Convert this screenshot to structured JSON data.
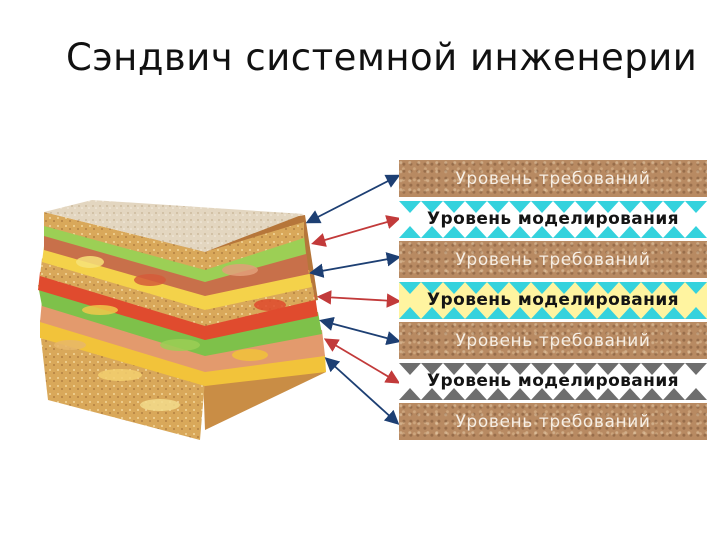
{
  "title": "Сэндвич системной инженерии",
  "layers": [
    {
      "type": "requirements",
      "label": "Уровень требований"
    },
    {
      "type": "modeling",
      "label": "Уровень моделирования",
      "color": "#35d2dd",
      "bg": "#ffffff"
    },
    {
      "type": "requirements",
      "label": "Уровень требований"
    },
    {
      "type": "modeling",
      "label": "Уровень моделирования",
      "color": "#35d2dd",
      "bg": "#fff4a0"
    },
    {
      "type": "requirements",
      "label": "Уровень требований"
    },
    {
      "type": "modeling",
      "label": "Уровень моделирования",
      "color": "#6e6e6e",
      "bg": "#ffffff"
    },
    {
      "type": "requirements",
      "label": "Уровень требований"
    }
  ],
  "colors": {
    "requirements_bg": "#b88a62",
    "arrow_blue": "#1d3f73",
    "arrow_red": "#c23a3a"
  }
}
